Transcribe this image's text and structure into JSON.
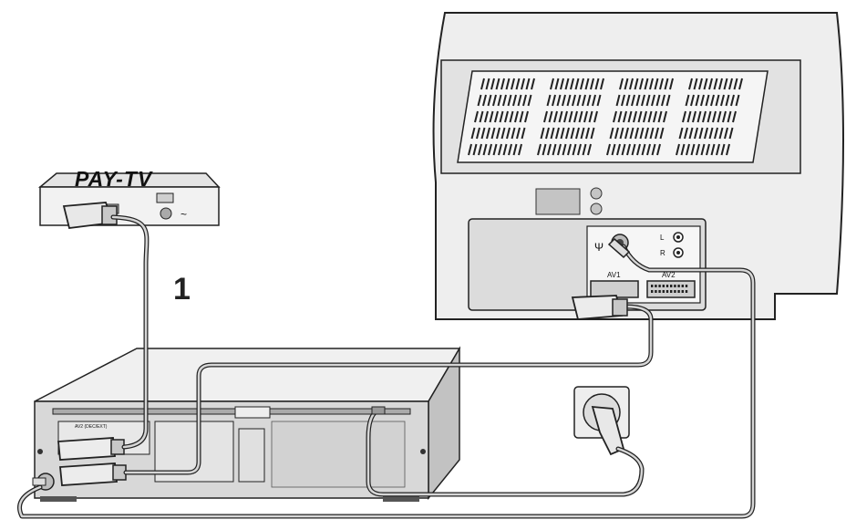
{
  "diagram": {
    "paytv_label": "PAY-TV",
    "step_number": "1",
    "tv_jacks": {
      "antenna_symbol": "Ψ",
      "audio_left": "L",
      "audio_right": "R",
      "scart_1": "AV1",
      "scart_2": "AV2"
    },
    "decoder_mains_symbol": "~",
    "vcr_scart_label": "AV2 (DEC/EXT)",
    "colors": {
      "outline": "#222222",
      "body_light": "#f0f0f0",
      "body_mid": "#d8d8d8",
      "body_dark": "#b8b8b8",
      "cable": "#9a9a9a"
    }
  }
}
